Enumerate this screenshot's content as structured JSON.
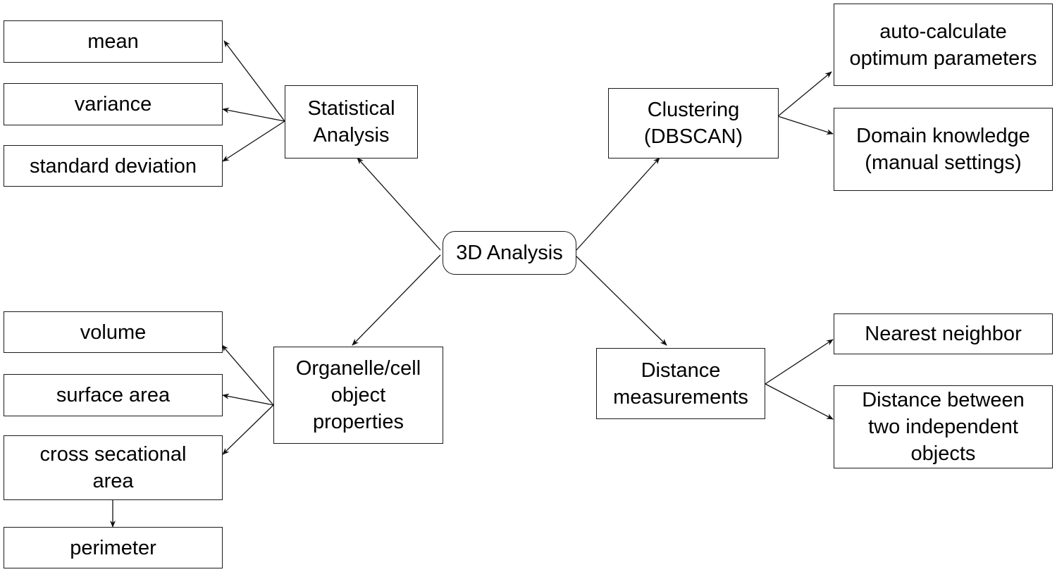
{
  "center": {
    "label": "3D Analysis"
  },
  "statistical": {
    "label": "Statistical\nAnalysis",
    "items": [
      "mean",
      "variance",
      "standard deviation"
    ]
  },
  "organelle": {
    "label": "Organelle/cell\nobject\nproperties",
    "items": [
      "volume",
      "surface area",
      "cross secational\narea",
      "perimeter"
    ]
  },
  "clustering": {
    "label": "Clustering\n(DBSCAN)",
    "items": [
      "auto-calculate\noptimum parameters",
      "Domain knowledge\n(manual settings)"
    ]
  },
  "distance": {
    "label": "Distance\nmeasurements",
    "items": [
      "Nearest neighbor",
      "Distance between\ntwo independent\nobjects"
    ]
  }
}
